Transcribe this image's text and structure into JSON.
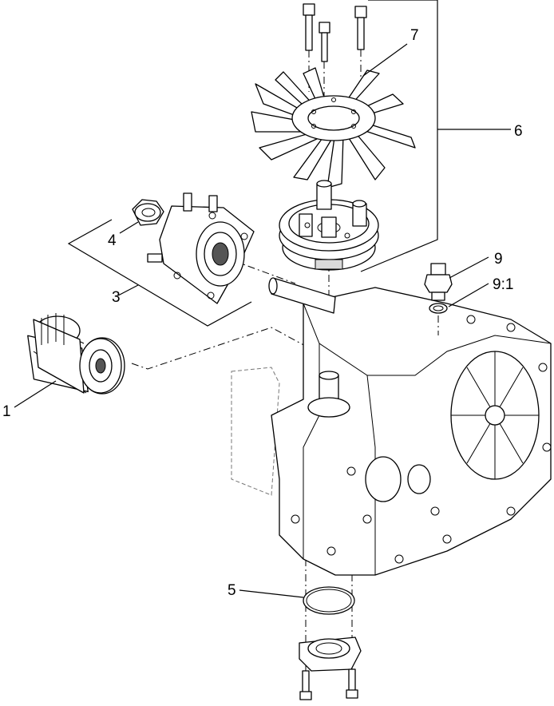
{
  "callouts": {
    "c1": "1",
    "c3": "3",
    "c4": "4",
    "c5": "5",
    "c6": "6",
    "c7": "7",
    "c9": "9",
    "c9_1": "9:1"
  }
}
